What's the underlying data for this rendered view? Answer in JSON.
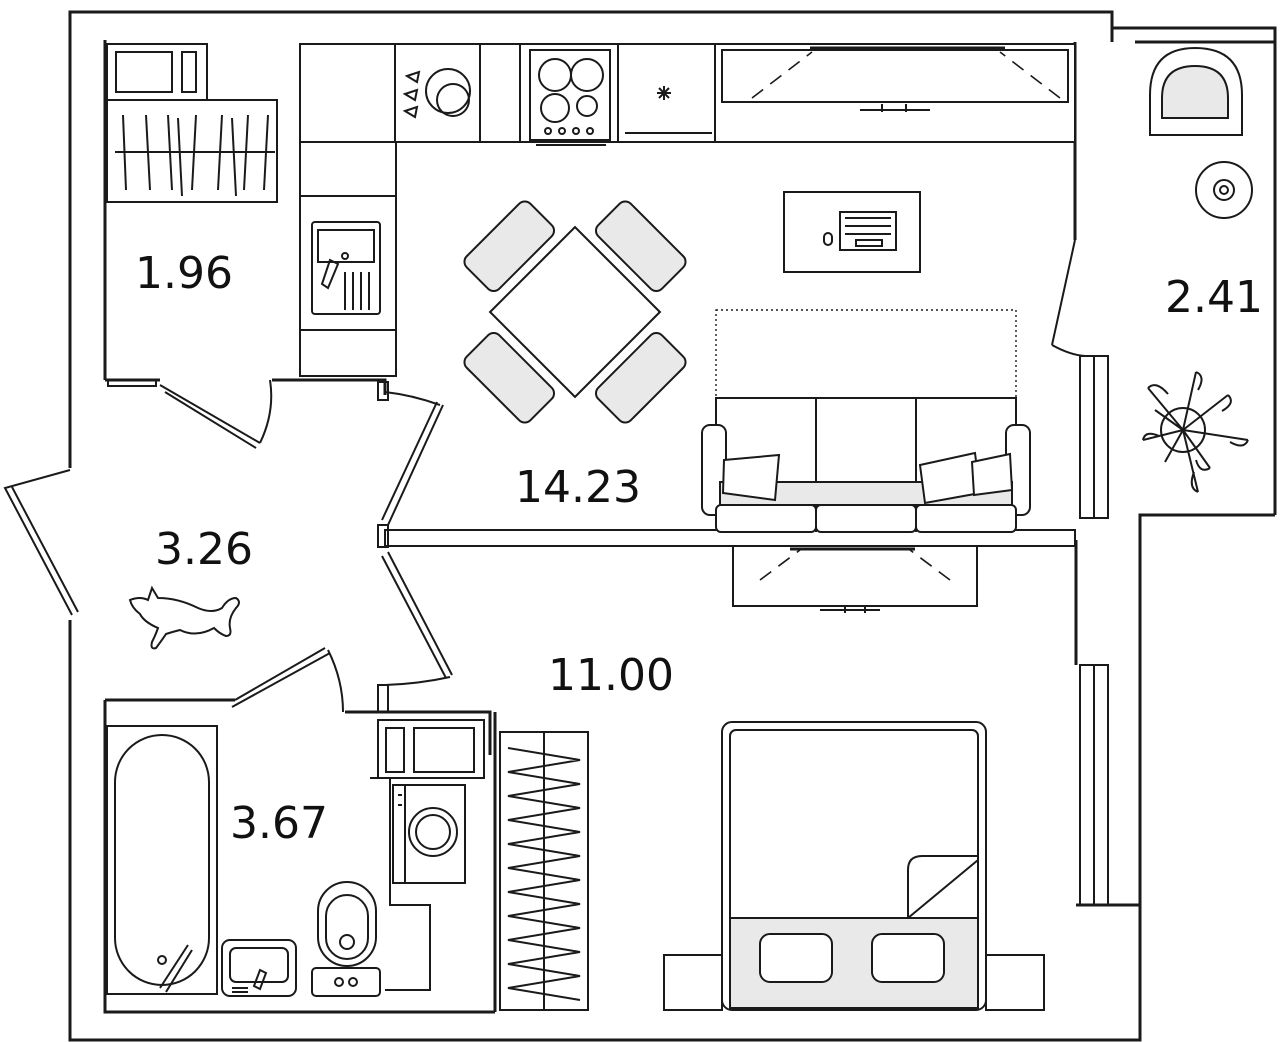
{
  "rooms": [
    {
      "id": "storage",
      "area": "1.96"
    },
    {
      "id": "balcony",
      "area": "2.41"
    },
    {
      "id": "hallway",
      "area": "3.26"
    },
    {
      "id": "bathroom",
      "area": "3.67"
    },
    {
      "id": "kitchen-living",
      "area": "14.23"
    },
    {
      "id": "bedroom",
      "area": "11.00"
    }
  ],
  "colors": {
    "wall": "#1a1a1a",
    "accent_fill": "#e9e9e9",
    "background": "#ffffff"
  },
  "icons": [
    "wardrobe-icon",
    "dishwasher-icon",
    "stove-icon",
    "fridge-icon",
    "sink-icon",
    "dining-table-icon",
    "laptop-desk-icon",
    "sofa-icon",
    "tv-icon",
    "armchair-icon",
    "plant-icon",
    "bathtub-icon",
    "washing-machine-icon",
    "toilet-icon",
    "bed-icon",
    "cat-icon"
  ]
}
